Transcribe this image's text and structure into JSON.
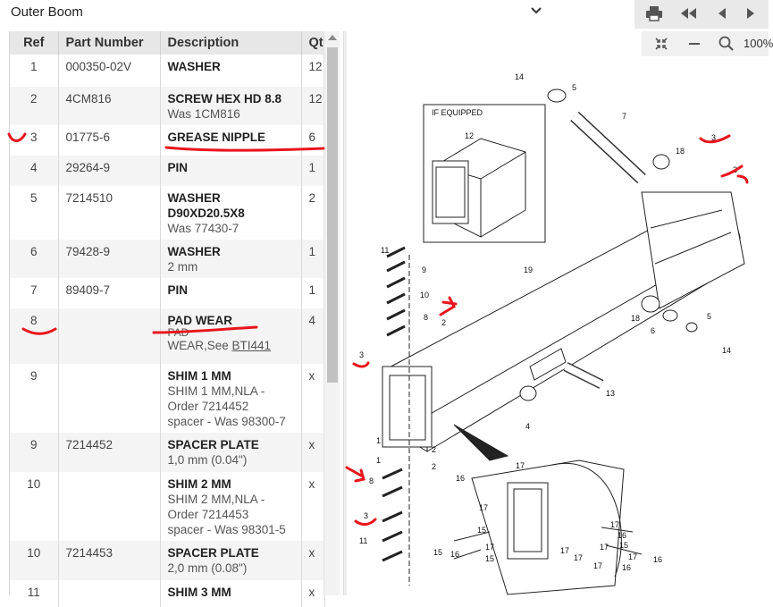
{
  "header": {
    "title": "Outer Boom"
  },
  "viewer": {
    "zoom": "100%"
  },
  "table": {
    "columns": [
      "Ref",
      "Part Number",
      "Description",
      "Qt"
    ],
    "rows": [
      {
        "ref": "1",
        "part": "000350-02V",
        "desc": [
          "WASHER"
        ],
        "qty": "12"
      },
      {
        "ref": "2",
        "part": "4CM816",
        "desc": [
          "SCREW HEX HD 8.8",
          "Was 1CM816"
        ],
        "qty": "12"
      },
      {
        "ref": "3",
        "part": "01775-6",
        "desc": [
          "GREASE NIPPLE"
        ],
        "qty": "6"
      },
      {
        "ref": "4",
        "part": "29264-9",
        "desc": [
          "PIN"
        ],
        "qty": "1"
      },
      {
        "ref": "5",
        "part": "7214510",
        "desc": [
          "WASHER",
          "D90XD20.5X8",
          "Was 77430-7"
        ],
        "qty": "2"
      },
      {
        "ref": "6",
        "part": "79428-9",
        "desc": [
          "WASHER",
          "2 mm"
        ],
        "qty": "1"
      },
      {
        "ref": "7",
        "part": "89409-7",
        "desc": [
          "PIN"
        ],
        "qty": "1"
      },
      {
        "ref": "8",
        "part": "",
        "desc": [
          "PAD WEAR",
          "PAD",
          "WEAR,See "
        ],
        "link": "BTI441",
        "qty": "4"
      },
      {
        "ref": "9",
        "part": "",
        "desc": [
          "SHIM 1 MM",
          "SHIM 1 MM,NLA -",
          "Order 7214452",
          "spacer - Was 98300-7"
        ],
        "qty": "x"
      },
      {
        "ref": "9",
        "part": "7214452",
        "desc": [
          "SPACER PLATE",
          "1,0 mm (0.04\")"
        ],
        "qty": "x"
      },
      {
        "ref": "10",
        "part": "",
        "desc": [
          "SHIM 2 MM",
          "SHIM 2 MM,NLA -",
          "Order 7214453",
          "spacer - Was 98301-5"
        ],
        "qty": "x"
      },
      {
        "ref": "10",
        "part": "7214453",
        "desc": [
          "SPACER PLATE",
          "2,0 mm (0.08\")"
        ],
        "qty": "x"
      },
      {
        "ref": "11",
        "part": "",
        "desc": [
          "SHIM 3 MM"
        ],
        "qty": "x"
      }
    ]
  },
  "diagram": {
    "inset_label": "IF EQUIPPED",
    "callouts": [
      "14",
      "5",
      "7",
      "12",
      "18",
      "3",
      "3",
      "19",
      "11",
      "9",
      "10",
      "8",
      "2",
      "18",
      "6",
      "5",
      "14",
      "3",
      "13",
      "4",
      "1",
      "2",
      "1",
      "2",
      "8",
      "3",
      "11",
      "16",
      "17",
      "17",
      "15",
      "15",
      "17",
      "16",
      "17",
      "15",
      "17",
      "16",
      "17",
      "17",
      "15",
      "16",
      "17",
      "16",
      "17"
    ]
  },
  "colors": {
    "annotation": "#e8141c",
    "header_bg": "#e7e7e7",
    "row_alt": "#f4f4f4"
  },
  "icons": [
    "chevron-down-icon",
    "print-icon",
    "first-page-icon",
    "previous-page-icon",
    "next-page-icon",
    "fit-icon",
    "zoom-out-icon",
    "zoom-search-icon"
  ]
}
